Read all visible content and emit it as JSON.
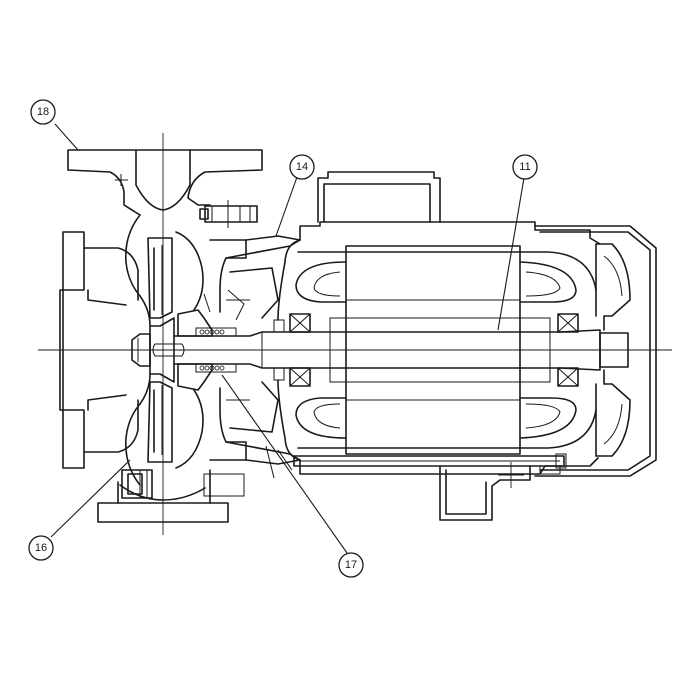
{
  "callouts": [
    {
      "id": "c18",
      "label": "18"
    },
    {
      "id": "c14",
      "label": "14"
    },
    {
      "id": "c11",
      "label": "11"
    },
    {
      "id": "c16",
      "label": "16"
    },
    {
      "id": "c17",
      "label": "17"
    }
  ],
  "colors": {
    "line": "#1a1a1a",
    "background": "#ffffff"
  }
}
